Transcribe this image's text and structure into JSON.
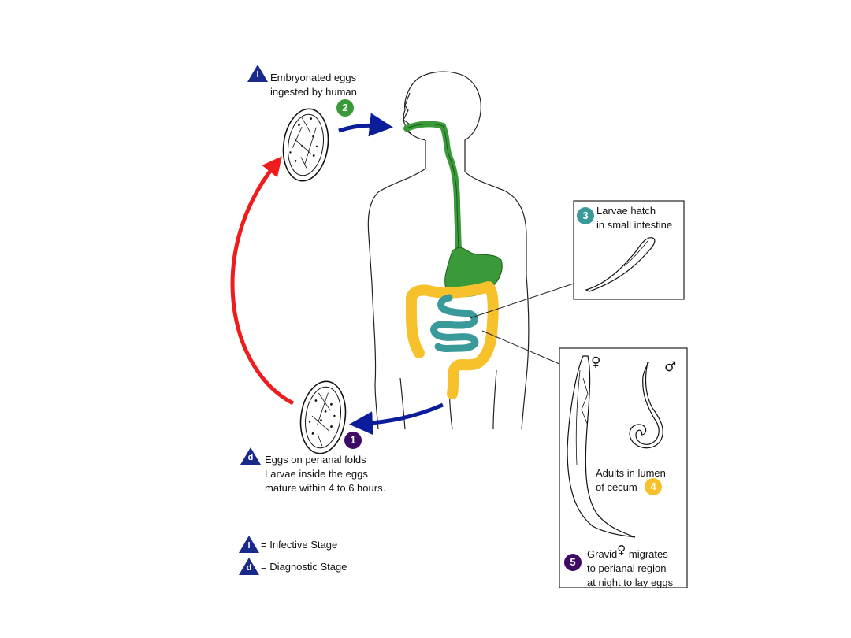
{
  "stages": {
    "s1": {
      "number": "1",
      "line1": "Eggs on perianal folds",
      "line2": "Larvae inside the eggs",
      "line3": "mature within 4 to 6 hours."
    },
    "s2": {
      "number": "2",
      "line1": "Embryonated eggs",
      "line2": "ingested by human"
    },
    "s3": {
      "number": "3",
      "line1": "Larvae hatch",
      "line2": "in small intestine"
    },
    "s4": {
      "number": "4",
      "line1": "Adults in lumen",
      "line2": "of cecum"
    },
    "s5": {
      "number": "5",
      "line1_pre": "Gravid",
      "line1_post": " migrates",
      "line2": "to perianal region",
      "line3": "at night to lay eggs"
    }
  },
  "markers": {
    "infective": "i",
    "diagnostic": "d",
    "female": "♀",
    "male": "♂"
  },
  "legend": {
    "infective": "= Infective Stage",
    "diagnostic": "= Diagnostic Stage"
  },
  "colors": {
    "digestive_green": "#3a9a3a",
    "small_intestine_teal": "#3a9a9a",
    "large_intestine_yellow": "#f6c12a",
    "arrow_blue": "#0b1d9a",
    "arrow_red": "#ee1c1c",
    "badge_purple": "#3d0a66",
    "badge_green": "#3a9a3a",
    "badge_teal": "#3a9a9a",
    "badge_yellow": "#f6c12a",
    "triangle_navy": "#1a2a8a"
  }
}
